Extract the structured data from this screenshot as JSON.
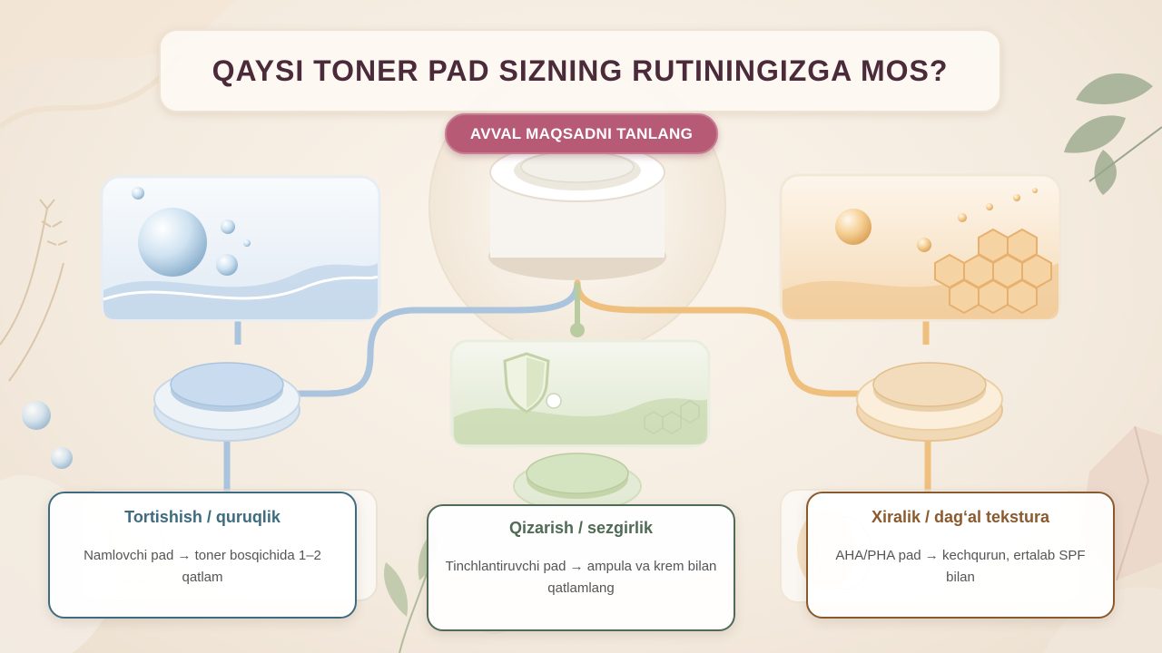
{
  "title": "QAYSI TONER PAD SIZNING RUTININGIZGA MOS?",
  "subtitle": "AVVAL MAQSADNI TANLANG",
  "options": [
    {
      "title": "Tortishish / quruqlik",
      "description": "Namlovchi pad → toner bosqichida 1–2 qatlam",
      "color": "#3f6b80",
      "pad_color": "#c9dcef"
    },
    {
      "title": "Qizarish / sezgirlik",
      "description": "Tinchlantiruvchi pad → ampula va krem bilan qatlamlang",
      "color": "#4f6b55",
      "pad_color": "#d4e3c0"
    },
    {
      "title": "Xiralik / dag‘al tekstura",
      "description": "AHA/PHA pad → kechqurun, ertalab SPF bilan",
      "color": "#8a5a2e",
      "pad_color": "#f3dcbb"
    }
  ],
  "colors": {
    "title": "#4b2a3a",
    "pill": "#b65a76",
    "connector_blue": "#a9c4dc",
    "connector_green": "#b9cc9f",
    "connector_orange": "#efbf7e"
  }
}
